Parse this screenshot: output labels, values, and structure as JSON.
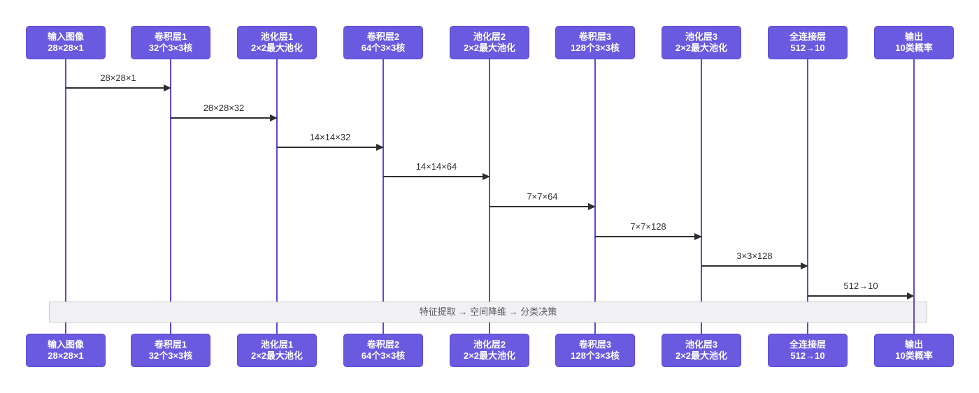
{
  "diagram": {
    "type": "sequence",
    "participants": [
      {
        "line1": "输入图像",
        "line2": "28×28×1"
      },
      {
        "line1": "卷积层1",
        "line2": "32个3×3核"
      },
      {
        "line1": "池化层1",
        "line2": "2×2最大池化"
      },
      {
        "line1": "卷积层2",
        "line2": "64个3×3核"
      },
      {
        "line1": "池化层2",
        "line2": "2×2最大池化"
      },
      {
        "line1": "卷积层3",
        "line2": "128个3×3核"
      },
      {
        "line1": "池化层3",
        "line2": "2×2最大池化"
      },
      {
        "line1": "全连接层",
        "line2": "512→10"
      },
      {
        "line1": "输出",
        "line2": "10类概率"
      }
    ],
    "messages": [
      {
        "from": "输入图像",
        "to": "卷积层1",
        "label": "28×28×1"
      },
      {
        "from": "卷积层1",
        "to": "池化层1",
        "label": "28×28×32"
      },
      {
        "from": "池化层1",
        "to": "卷积层2",
        "label": "14×14×32"
      },
      {
        "from": "卷积层2",
        "to": "池化层2",
        "label": "14×14×64"
      },
      {
        "from": "池化层2",
        "to": "卷积层3",
        "label": "7×7×64"
      },
      {
        "from": "卷积层3",
        "to": "池化层3",
        "label": "7×7×128"
      },
      {
        "from": "池化层3",
        "to": "全连接层",
        "label": "3×3×128"
      },
      {
        "from": "全连接层",
        "to": "输出",
        "label": "512→10"
      }
    ],
    "note": "特征提取 → 空间降维 → 分类决策",
    "colors": {
      "box_fill": "#6a5ae0",
      "box_border": "#5a49d0",
      "box_text": "#ffffff",
      "lifeline": "#5b4bd5",
      "arrow": "#2e2e2e",
      "note_fill": "#f1f1f3",
      "note_border": "#c9c9cb",
      "note_text": "#55585e"
    }
  }
}
